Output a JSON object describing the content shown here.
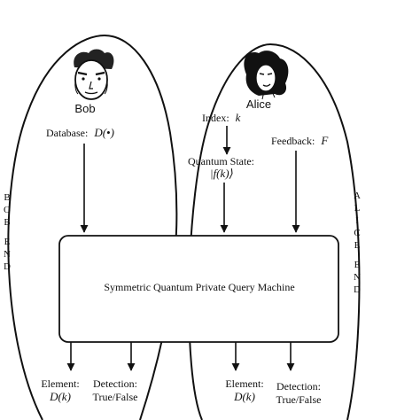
{
  "diagram": {
    "bob": {
      "name": "Bob",
      "database_label": "Database:",
      "database_symbol": "D(•)",
      "end_letters": [
        "B",
        "O",
        "B",
        "E",
        "N",
        "D"
      ],
      "element_label": "Element:",
      "element_symbol": "D(k)",
      "detection_label": "Detection:",
      "detection_value": "True/False"
    },
    "alice": {
      "name": "Alice",
      "index_label": "Index:",
      "index_symbol": "k",
      "quantum_state_label": "Quantum State:",
      "quantum_state_symbol": "|f(k)⟩",
      "feedback_label": "Feedback:",
      "feedback_symbol": "F",
      "end_letters": [
        "A",
        "L",
        "I",
        "C",
        "E",
        "E",
        "N",
        "D"
      ],
      "element_label": "Element:",
      "element_symbol": "D(k)",
      "detection_label": "Detection:",
      "detection_value": "True/False"
    },
    "machine": {
      "label": "Symmetric Quantum Private Query Machine"
    }
  }
}
